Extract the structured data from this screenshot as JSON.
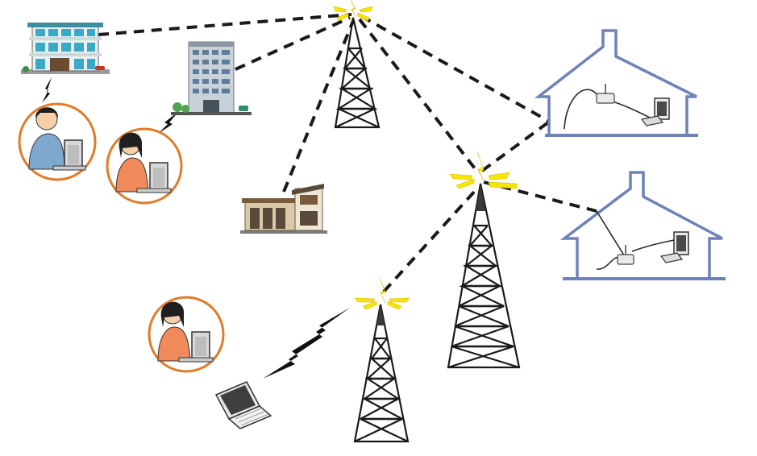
{
  "diagram": {
    "colors": {
      "link": "#1a1a1a",
      "house_outline": "#6d82b8",
      "avatar_ring": "#e07b2a",
      "signal_spark": "#f5e600"
    },
    "nodes": [
      {
        "id": "apartment-building",
        "icon": "apartment-building-icon"
      },
      {
        "id": "office-building",
        "icon": "office-building-icon"
      },
      {
        "id": "shop-building",
        "icon": "shop-building-icon"
      },
      {
        "id": "tower-top",
        "icon": "radio-tower-icon"
      },
      {
        "id": "tower-middle",
        "icon": "radio-tower-icon"
      },
      {
        "id": "tower-bottom",
        "icon": "radio-tower-icon"
      },
      {
        "id": "house-upper",
        "icon": "house-with-router-icon"
      },
      {
        "id": "house-lower",
        "icon": "house-with-router-icon"
      },
      {
        "id": "user-man",
        "icon": "man-at-computer-icon"
      },
      {
        "id": "user-woman-1",
        "icon": "woman-at-computer-icon"
      },
      {
        "id": "user-woman-2",
        "icon": "woman-at-computer-icon"
      },
      {
        "id": "laptop",
        "icon": "laptop-icon"
      }
    ],
    "links": [
      {
        "from": "apartment-building",
        "to": "tower-top",
        "style": "dashed"
      },
      {
        "from": "office-building",
        "to": "tower-top",
        "style": "dashed"
      },
      {
        "from": "shop-building",
        "to": "tower-top",
        "style": "dashed"
      },
      {
        "from": "tower-top",
        "to": "tower-middle",
        "style": "dashed"
      },
      {
        "from": "tower-top",
        "to": "house-upper",
        "style": "dashed"
      },
      {
        "from": "tower-middle",
        "to": "house-upper",
        "style": "dashed"
      },
      {
        "from": "tower-middle",
        "to": "house-lower",
        "style": "dashed"
      },
      {
        "from": "tower-bottom",
        "to": "tower-middle",
        "style": "dashed"
      },
      {
        "from": "laptop",
        "to": "tower-bottom",
        "style": "wireless"
      },
      {
        "from": "user-man",
        "to": "apartment-building",
        "style": "wireless"
      },
      {
        "from": "user-woman-1",
        "to": "office-building",
        "style": "wireless"
      }
    ]
  }
}
